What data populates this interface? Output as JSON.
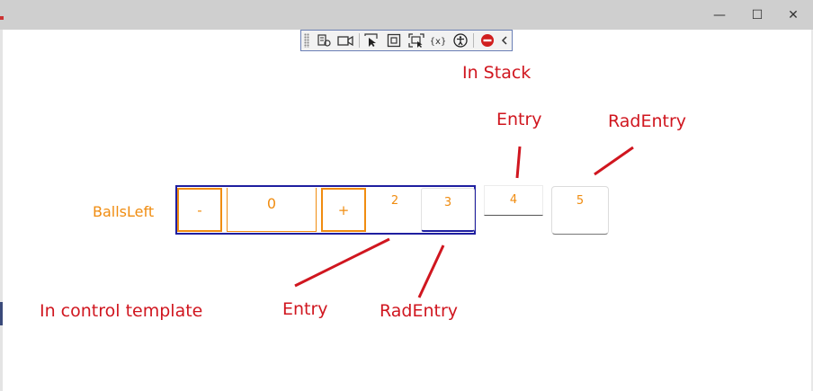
{
  "window": {
    "controls": {
      "minimize": "—",
      "maximize": "☐",
      "close": "✕"
    }
  },
  "debug_toolbar": {
    "icons": [
      "go-to-live-visual-tree-icon",
      "display-layout-adorners-icon",
      "select-element-icon",
      "display-adorners-icon",
      "track-focus-icon",
      "binding-failures-icon",
      "accessibility-checker-icon",
      "hide-toolbar-icon",
      "collapse-chevron-icon"
    ]
  },
  "annotations": {
    "in_stack": "In Stack",
    "entry_top": "Entry",
    "radentry_top": "RadEntry",
    "in_control_template": "In control template",
    "entry_bottom": "Entry",
    "radentry_bottom": "RadEntry"
  },
  "control": {
    "label": "BallsLeft",
    "minus": "-",
    "value": "0",
    "plus": "+",
    "entry_2": "2",
    "rad_entry_3": "3",
    "entry_4": "4",
    "rad_entry_5": "5"
  },
  "colors": {
    "annotation": "#d0161f",
    "control_text": "#f08c10",
    "template_border": "#1f1fa0",
    "titlebar": "#cfcfcf"
  }
}
